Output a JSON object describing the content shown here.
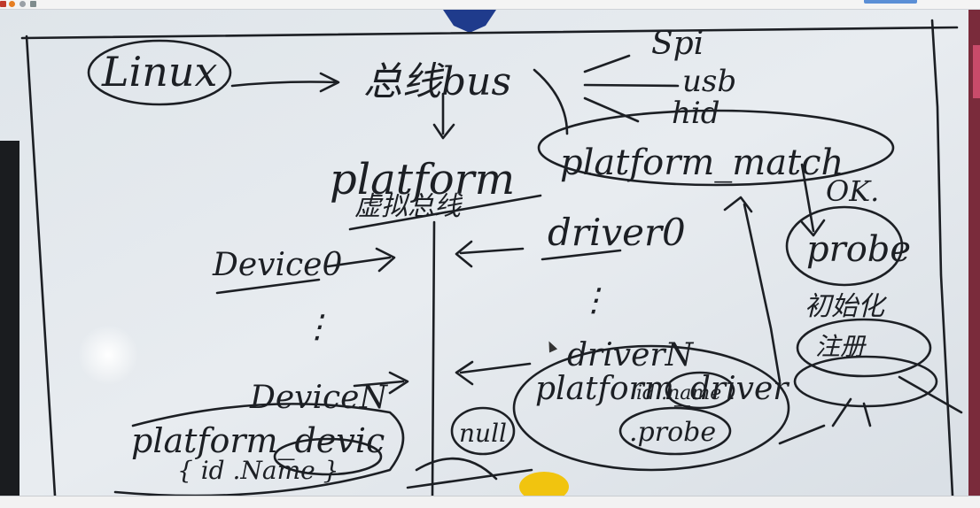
{
  "window": {
    "toolbar_icons": [
      "close-icon",
      "record-icon",
      "settings-icon",
      "window-icon"
    ]
  },
  "whiteboard": {
    "text": {
      "linux": "Linux",
      "bus": "总线bus",
      "spi": "Spi",
      "usb": "usb",
      "hid": "hid",
      "platform": "platform",
      "platform_cn": "虚拟总线",
      "platform_match": "platform_match",
      "ok": "OK.",
      "probe_right": "probe",
      "cn_block_1": "初始化",
      "cn_block_2": "注册",
      "driver0": "driver0",
      "device0": "Device0",
      "dots": "⋮",
      "driverN": "driverN",
      "platform_driver": "platform_driver",
      "id_name_drv": "id  .name",
      "probe_drv": ".probe",
      "deviceN": "DeviceN",
      "platform_device": "platform_devic",
      "id_name_dev": "{ id  .Name }",
      "null": "null"
    }
  },
  "colors": {
    "board": "#e3e8ed",
    "ink": "#1c1f24",
    "magnet_blue": "#1f3b8c",
    "magnet_yellow": "#f1c40f"
  }
}
